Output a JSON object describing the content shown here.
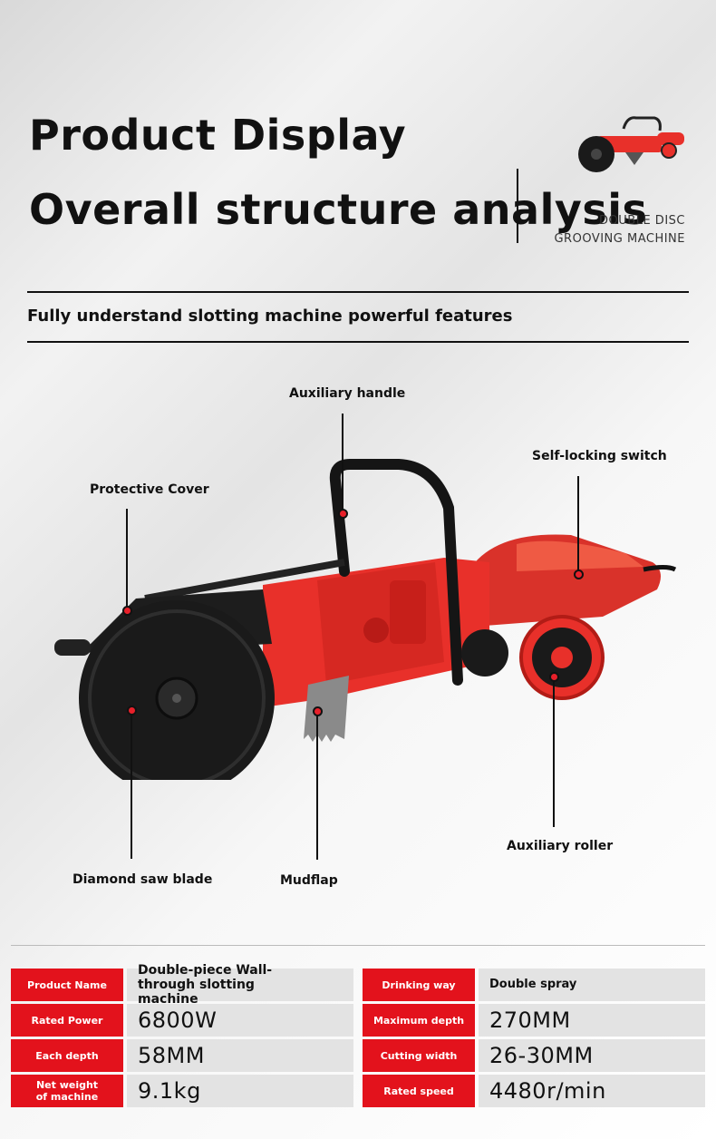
{
  "header": {
    "title": "Product Display",
    "subtitle": "Overall structure analysis",
    "product_line1": "DOUBLE DISC",
    "product_line2": "GROOVING MACHINE",
    "tagline": "Fully understand slotting machine powerful features"
  },
  "callouts": {
    "auxiliary_handle": "Auxiliary handle",
    "self_locking_switch": "Self-locking switch",
    "protective_cover": "Protective Cover",
    "diamond_saw_blade": "Diamond saw blade",
    "mudflap": "Mudflap",
    "auxiliary_roller": "Auxiliary roller"
  },
  "specs": [
    {
      "label": "Product Name",
      "value": "Double-piece Wall-through slotting machine"
    },
    {
      "label": "Drinking way",
      "value": "Double spray"
    },
    {
      "label": "Rated Power",
      "value": "6800W"
    },
    {
      "label": "Maximum depth",
      "value": "270MM"
    },
    {
      "label": "Each depth",
      "value": "58MM"
    },
    {
      "label": "Cutting width",
      "value": "26-30MM"
    },
    {
      "label": "Net weight of machine",
      "value": "9.1kg"
    },
    {
      "label": "Rated speed",
      "value": "4480r/min"
    }
  ],
  "colors": {
    "accent": "#e3121c",
    "machine_red": "#e8302a",
    "blade": "#1a1a1a"
  }
}
